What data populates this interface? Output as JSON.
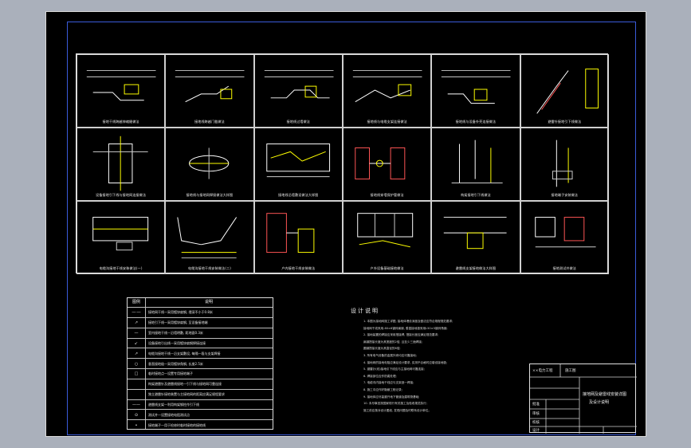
{
  "drawing": {
    "notes_title": "设计说明",
    "title_block": {
      "project": "××电力工程",
      "phase": "施工图",
      "drawing_title": "接地网及避雷线安装详图",
      "drawing_subtitle": "及设计说明",
      "rows": [
        "批准",
        "审核",
        "校核",
        "设计"
      ]
    }
  },
  "legend": {
    "col_symbol": "图例",
    "col_desc": "说明",
    "rows": [
      {
        "symbol": "—·—",
        "text": "接地网干线—采用镀锌扁钢, 埋深不小于0.8米"
      },
      {
        "symbol": "↗",
        "text": "接地引下线—采用镀锌扁钢, 至设备接地端"
      },
      {
        "symbol": "—",
        "text": "室内接地干线—沿墙明敷, 距地面0.3米"
      },
      {
        "symbol": "↙",
        "text": "设备接地引出线—采用镀锌扁钢焊接连接"
      },
      {
        "symbol": "↗",
        "text": "电缆沟接地干线—沿支架敷设, 每隔一段与支架焊接"
      },
      {
        "symbol": "○",
        "text": "垂直接地极—采用镀锌角钢, 长度2.5米"
      },
      {
        "symbol": "□",
        "text": "临时接地点—设置专用接地端子"
      },
      {
        "symbol": "",
        "text": "构架避雷针及避雷线接地—引下线与接地网可靠连接"
      },
      {
        "symbol": "",
        "text": "独立避雷针接地装置与主接地网的距离应满足规程要求"
      },
      {
        "symbol": "——",
        "text": "避雷线支架—利用构架钢柱作引下线"
      },
      {
        "symbol": "⊙",
        "text": "测试井—设置接地电阻测试点"
      },
      {
        "symbol": "•",
        "text": "接地端子—用于检修时临时接地的接地线"
      }
    ]
  },
  "notes": [
    "1. 本图为接地网施工详图, 接地体埋设深度及做法应符合规程规范要求;",
    "   接地网干线采用-60×6镀锌扁钢, 垂直接地极采用L50×5镀锌角钢;",
    "2. 接地装置的焊接应采用搭接焊, 搭接长度应满足规范要求;",
    "   扁钢搭接长度为其宽度的2倍, 且至少三面焊接;",
    "   圆钢搭接长度为其直径的6倍;",
    "3. 所有电气设备的金属外壳均应可靠接地;",
    "4. 接地网的接地电阻应满足设计要求, 实测不合格时应增设接地极;",
    "5. 避雷针(线)接地引下线应与主接地网可靠连接;",
    "6. 焊接部位应作防腐处理;",
    "7. 电缆沟内接地干线应与支架逐一焊接;",
    "8. 施工中应作好隐蔽工程记录;",
    "9. 接地体应尽量避开地下管道及建筑物基础;",
    "10. 未尽事宜按国家现行有关施工及验收规范执行;",
    "    施工前应核对设计图纸, 发现问题及时联系设计单位。"
  ],
  "details": [
    {
      "caption": "接地干线跨越伸缩缝做法"
    },
    {
      "caption": "接地线跨越门槛做法"
    },
    {
      "caption": "接地线过墙做法"
    },
    {
      "caption": "接地线与电缆支架连接做法"
    },
    {
      "caption": "接地线与设备外壳连接做法"
    },
    {
      "caption": "避雷针接地引下线做法"
    },
    {
      "caption": "设备接地引下线与接地网连接做法"
    },
    {
      "caption": "接地线与接地网焊接做法大样图"
    },
    {
      "caption": "接地线沿墙敷设做法大样图"
    },
    {
      "caption": "接地线穿墙保护管做法"
    },
    {
      "caption": "构架接地引下线做法"
    },
    {
      "caption": "接地端子安装做法"
    },
    {
      "caption": "电缆沟接地干线安装做法(一)"
    },
    {
      "caption": "电缆沟接地干线安装做法(二)"
    },
    {
      "caption": "户内接地干线安装做法"
    },
    {
      "caption": "户外设备基础接地做法"
    },
    {
      "caption": "避雷线支架接地做法大样图"
    },
    {
      "caption": "接地测试井做法"
    }
  ]
}
